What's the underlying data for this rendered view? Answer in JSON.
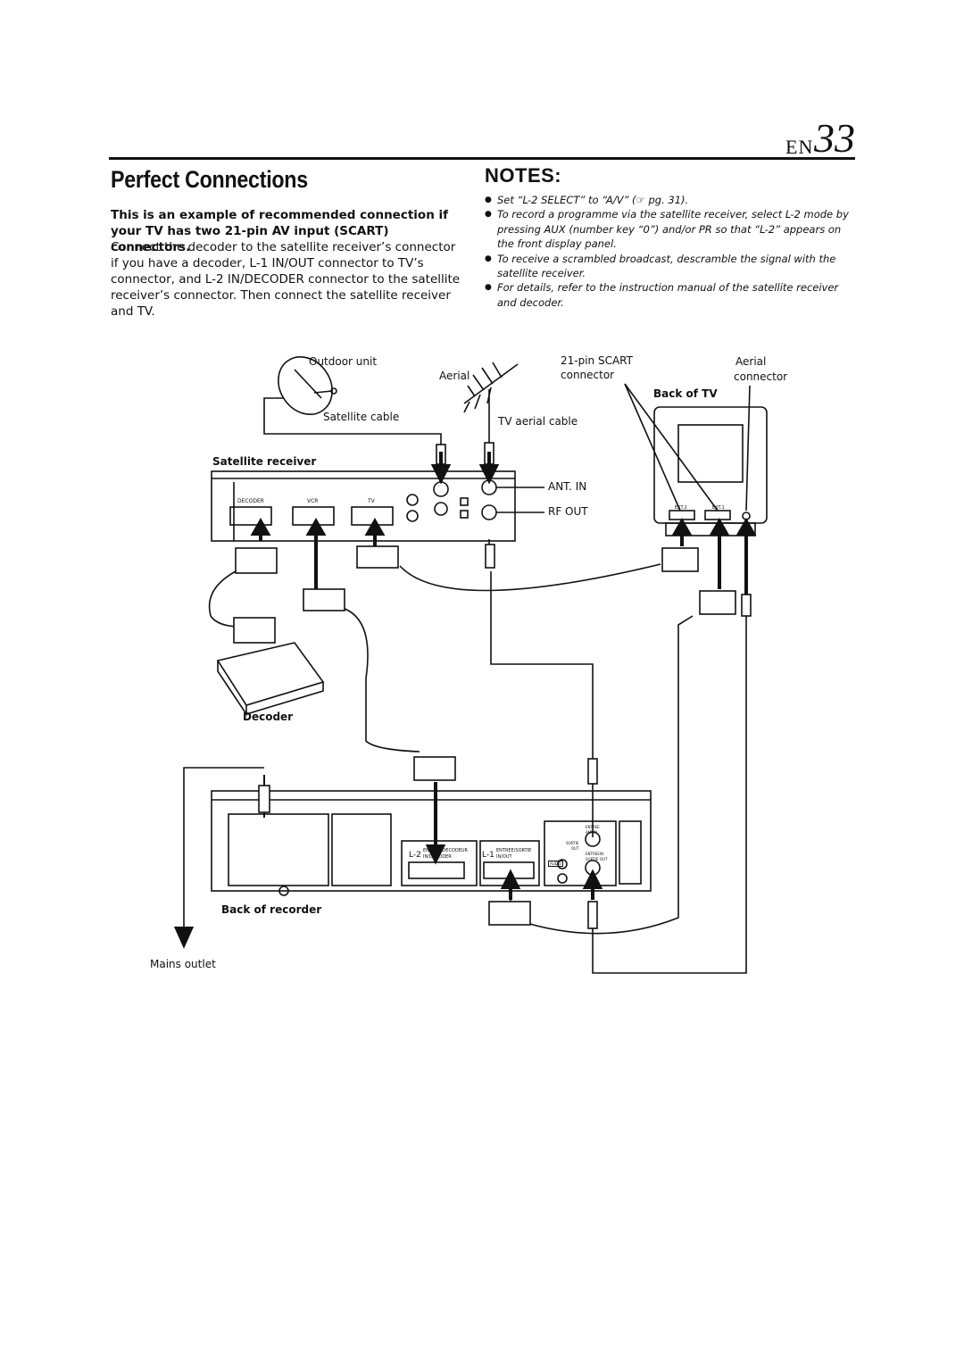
{
  "header": {
    "lang": "EN",
    "page": "33"
  },
  "title": "Perfect Connections",
  "intro": {
    "bold": "This is an example of recommended connection if your TV has two 21-pin AV input (SCART) connectors.",
    "body": "Connect the decoder to the satellite receiver’s connector if you have a decoder, L-1 IN/OUT connector to TV’s connector, and L-2 IN/DECODER connector to the satellite receiver’s connector. Then connect the satellite receiver and TV."
  },
  "notes": {
    "heading": "NOTES:",
    "items": [
      "Set “L-2 SELECT” to “A/V” (☞ pg. 31).",
      "To record a programme via the satellite receiver, select L-2 mode by pressing AUX (number key “0”) and/or PR so that “L-2” appears on the front display panel.",
      "To receive a scrambled broadcast, descramble the signal with the satellite receiver.",
      "For details, refer to the instruction manual of the satellite receiver and decoder."
    ]
  },
  "diagram": {
    "outdoor_unit": "Outdoor unit",
    "satellite_cable": "Satellite cable",
    "aerial": "Aerial",
    "scart_line1": "21-pin SCART",
    "scart_line2": "connector",
    "tv_aerial_cable": "TV aerial cable",
    "aerial_connector_line1": "Aerial",
    "aerial_connector_line2": "connector",
    "back_of_tv": "Back of TV",
    "satellite_receiver": "Satellite receiver",
    "ant_in": "ANT. IN",
    "rf_out": "RF OUT",
    "sat_port_decoder": "DECODER",
    "sat_port_vcr": "VCR",
    "sat_port_tv": "TV",
    "tv_ext2": "EXT.2",
    "tv_ext1": "EXT.1",
    "decoder": "Decoder",
    "back_of_recorder": "Back of recorder",
    "mains_outlet": "Mains outlet",
    "rec_l2": "L-2",
    "rec_l2_text1": "ENTREE/DECODEUR",
    "rec_l2_text2": "IN/DECODER",
    "rec_l1": "L-1",
    "rec_l1_text1": "ENTREE/SORTIE",
    "rec_l1_text2": "IN/OUT",
    "rec_entree": "ENTREE",
    "rec_antin": "ANT.IN",
    "rec_sortie": "SORTIE",
    "rec_out": "OUT",
    "rec_audio": "AUDIO",
    "rec_entree2": "ENTREE",
    "rec_sortie2": "SORTIE",
    "rec_in": "IN",
    "rec_out2": "OUT"
  }
}
